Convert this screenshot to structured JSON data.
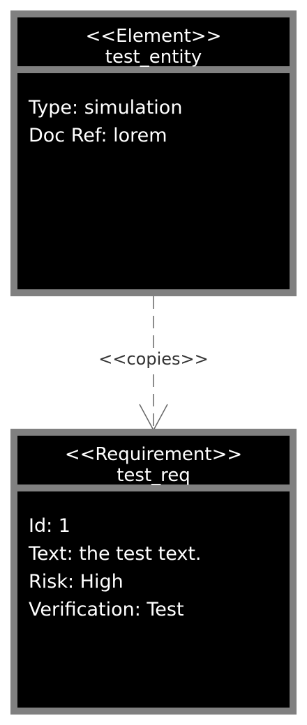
{
  "element": {
    "stereotype": "<<Element>>",
    "name": "test_entity",
    "properties": [
      "Type: simulation",
      "Doc Ref: lorem"
    ]
  },
  "requirement": {
    "stereotype": "<<Requirement>>",
    "name": "test_req",
    "properties": [
      "Id: 1",
      "Text: the test text.",
      "Risk: High",
      "Verification: Test"
    ]
  },
  "relation": {
    "label": "<<copies>>",
    "color": "#666666"
  },
  "colors": {
    "box_fill": "#000000",
    "box_border": "#808080",
    "text": "#ffffff"
  }
}
